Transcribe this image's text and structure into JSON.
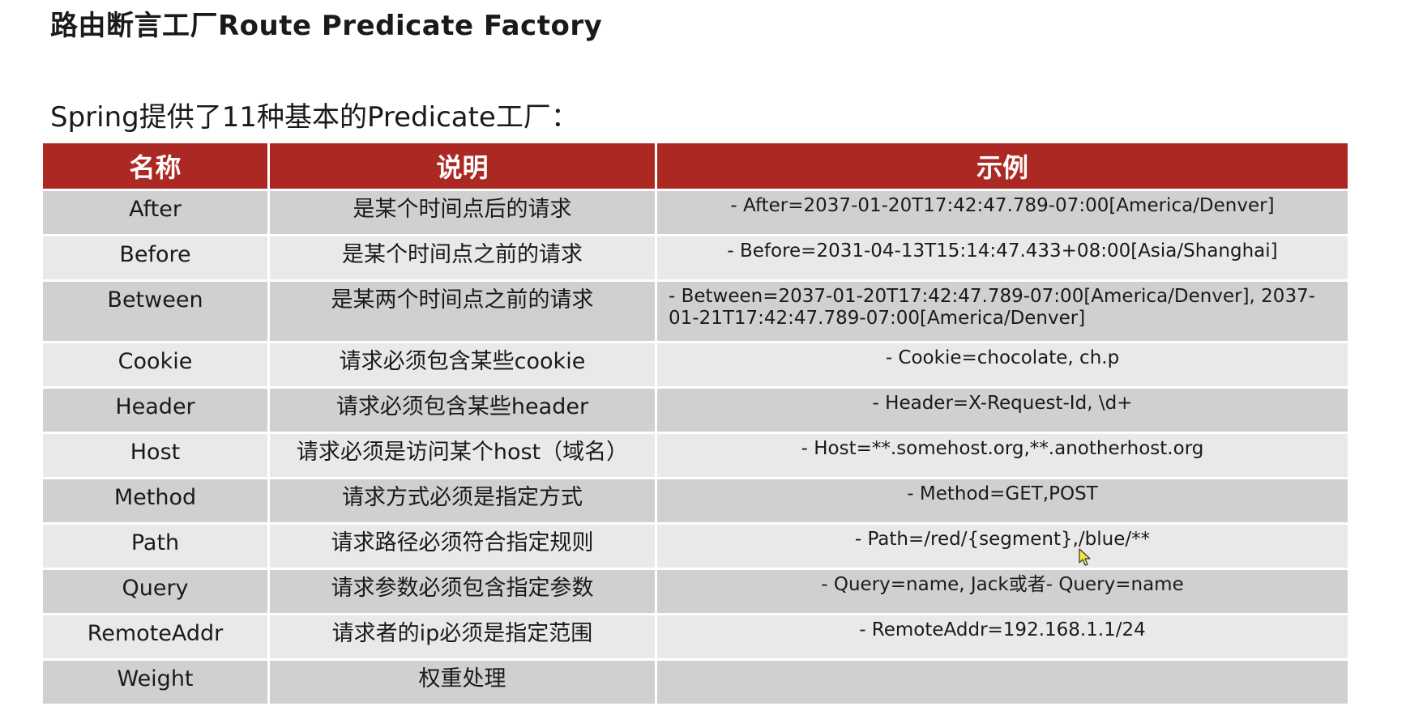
{
  "title": "路由断言工厂Route Predicate Factory",
  "subtitle": "Spring提供了11种基本的Predicate工厂：",
  "table": {
    "headers": [
      "名称",
      "说明",
      "示例"
    ],
    "rows": [
      {
        "name": "After",
        "desc": "是某个时间点后的请求",
        "example": "- After=2037-01-20T17:42:47.789-07:00[America/Denver]"
      },
      {
        "name": "Before",
        "desc": "是某个时间点之前的请求",
        "example": "- Before=2031-04-13T15:14:47.433+08:00[Asia/Shanghai]"
      },
      {
        "name": "Between",
        "desc": "是某两个时间点之前的请求",
        "example": "- Between=2037-01-20T17:42:47.789-07:00[America/Denver], 2037-01-21T17:42:47.789-07:00[America/Denver]"
      },
      {
        "name": "Cookie",
        "desc": "请求必须包含某些cookie",
        "example": "- Cookie=chocolate, ch.p"
      },
      {
        "name": "Header",
        "desc": "请求必须包含某些header",
        "example": "- Header=X-Request-Id, \\d+"
      },
      {
        "name": "Host",
        "desc": "请求必须是访问某个host（域名）",
        "example": "- Host=**.somehost.org,**.anotherhost.org"
      },
      {
        "name": "Method",
        "desc": "请求方式必须是指定方式",
        "example": "- Method=GET,POST"
      },
      {
        "name": "Path",
        "desc": "请求路径必须符合指定规则",
        "example": "- Path=/red/{segment},/blue/**"
      },
      {
        "name": "Query",
        "desc": "请求参数必须包含指定参数",
        "example": "- Query=name, Jack或者- Query=name"
      },
      {
        "name": "RemoteAddr",
        "desc": "请求者的ip必须是指定范围",
        "example": "- RemoteAddr=192.168.1.1/24"
      },
      {
        "name": "Weight",
        "desc": "权重处理",
        "example": ""
      }
    ]
  },
  "colors": {
    "header_bg": "#ac2823",
    "row_dark": "#d0d0d0",
    "row_light": "#e9e9e9",
    "cursor": "#f5e642"
  },
  "icons": {
    "cursor": "mouse-pointer-icon"
  }
}
